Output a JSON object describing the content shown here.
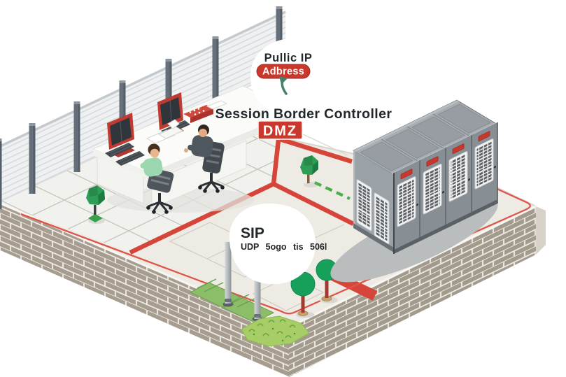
{
  "labels": {
    "public_ip_bubble": {
      "title": "Pullic IP",
      "badge": "Adbress"
    },
    "controller_title": "Session Border Controller",
    "dmz_badge": "DMZ",
    "sip_bubble": {
      "title": "SIP",
      "ports": "UDP 5ogo tis 506l"
    }
  },
  "icons": {
    "pill_arrow": "curved-up-arrow-icon"
  },
  "colors": {
    "badge_red": "#c9382c",
    "path_red": "#d6453a",
    "perimeter_red": "#df5348",
    "tree_green": "#17a05a",
    "link_green": "#4aae49",
    "pad_green": "#8cbd68",
    "grass_green": "#a6cd66",
    "brick_tan": "#a69d90",
    "cabinet_gray": "#878e94",
    "fence_panel": "#eef0f1",
    "text_dark": "#22272b"
  },
  "scene": {
    "zones": [
      {
        "id": "office-area",
        "contents": "fenced area, desk, two workers, monitors"
      },
      {
        "id": "dmz-path",
        "contents": "red bordered corridor with tree"
      },
      {
        "id": "server-row",
        "contents": "four server cabinets with red labels"
      }
    ],
    "connections": [
      {
        "from": "dmz-path",
        "to": "server-row",
        "style": "red-solid"
      },
      {
        "from": "corridor-tree",
        "to": "server-row",
        "style": "green-dashed"
      }
    ]
  }
}
